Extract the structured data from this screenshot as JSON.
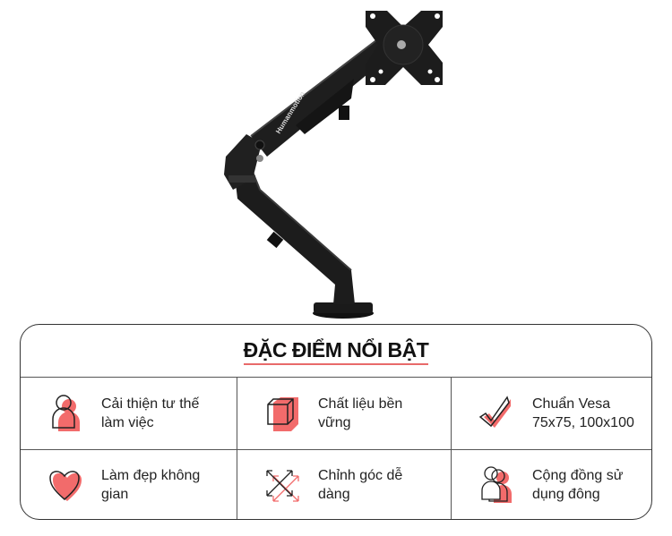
{
  "product": {
    "brand_text": "Humanmotion"
  },
  "features": {
    "title": "ĐẶC ĐIỂM NỔI BẬT",
    "items": [
      {
        "icon": "person-icon",
        "line1": "Cải thiện tư thế",
        "line2": "làm việc"
      },
      {
        "icon": "cube-icon",
        "line1": "Chất liệu bền",
        "line2": "vững"
      },
      {
        "icon": "checkmark-icon",
        "line1": "Chuẩn Vesa",
        "line2": "75x75, 100x100"
      },
      {
        "icon": "heart-icon",
        "line1": "Làm đẹp không",
        "line2": "gian"
      },
      {
        "icon": "arrows-cross-icon",
        "line1": "Chỉnh góc dễ",
        "line2": "dàng"
      },
      {
        "icon": "people-icon",
        "line1": "Cộng đồng sử",
        "line2": "dụng đông"
      }
    ]
  },
  "colors": {
    "accent": "#f26b6b",
    "outline": "#222222",
    "arm": "#1b1b1b"
  }
}
